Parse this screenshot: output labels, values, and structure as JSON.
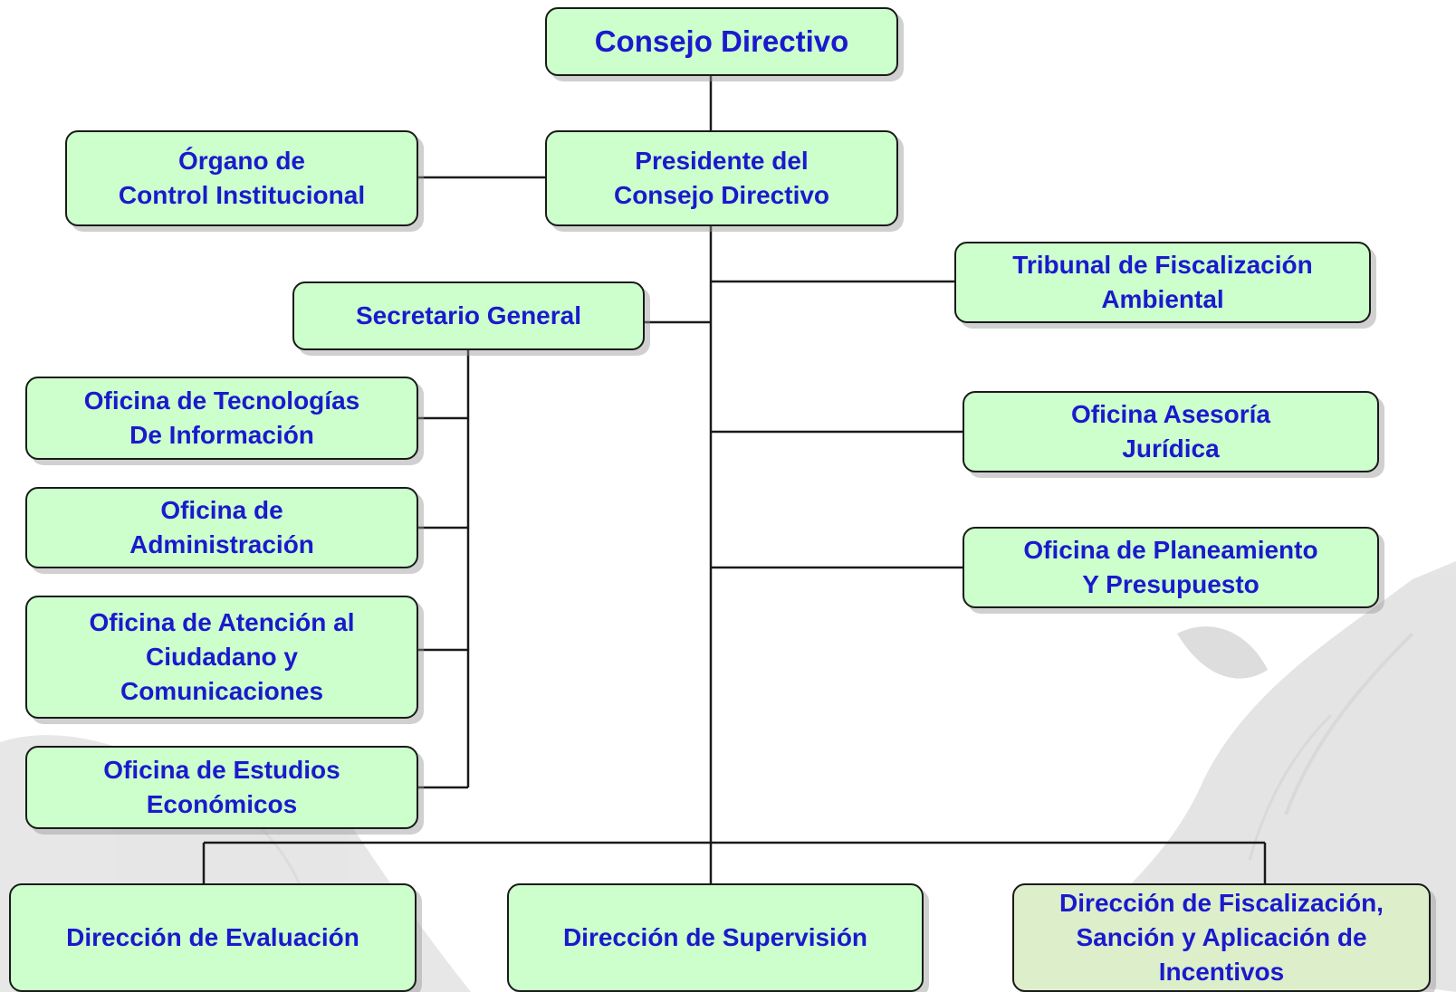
{
  "org_chart": {
    "consejo_directivo": [
      "Consejo Directivo"
    ],
    "presidente": [
      "Presidente del",
      "Consejo Directivo"
    ],
    "organo_control": [
      "Órgano de",
      "Control Institucional"
    ],
    "secretario_general": [
      "Secretario General"
    ],
    "tribunal": [
      "Tribunal de Fiscalización",
      "Ambiental"
    ],
    "asesoria_juridica": [
      "Oficina Asesoría",
      "Jurídica"
    ],
    "planeamiento": [
      "Oficina de Planeamiento",
      "Y Presupuesto"
    ],
    "tecnologias": [
      "Oficina de Tecnologías",
      "De Información"
    ],
    "administracion": [
      "Oficina de",
      "Administración"
    ],
    "atencion_ciudadano": [
      "Oficina de Atención al",
      "Ciudadano y",
      "Comunicaciones"
    ],
    "estudios_economicos": [
      "Oficina de Estudios",
      "Económicos"
    ],
    "direccion_evaluacion": [
      "Dirección de Evaluación"
    ],
    "direccion_supervision": [
      "Dirección de Supervisión"
    ],
    "direccion_fiscalizacion": [
      "Dirección de Fiscalización,",
      "Sanción y Aplicación de",
      "Incentivos"
    ]
  },
  "colors": {
    "box_fill": "#ccffcc",
    "box_fill_alt": "#ddeecb",
    "text": "#1a1acc",
    "line": "#1a1a1a"
  }
}
